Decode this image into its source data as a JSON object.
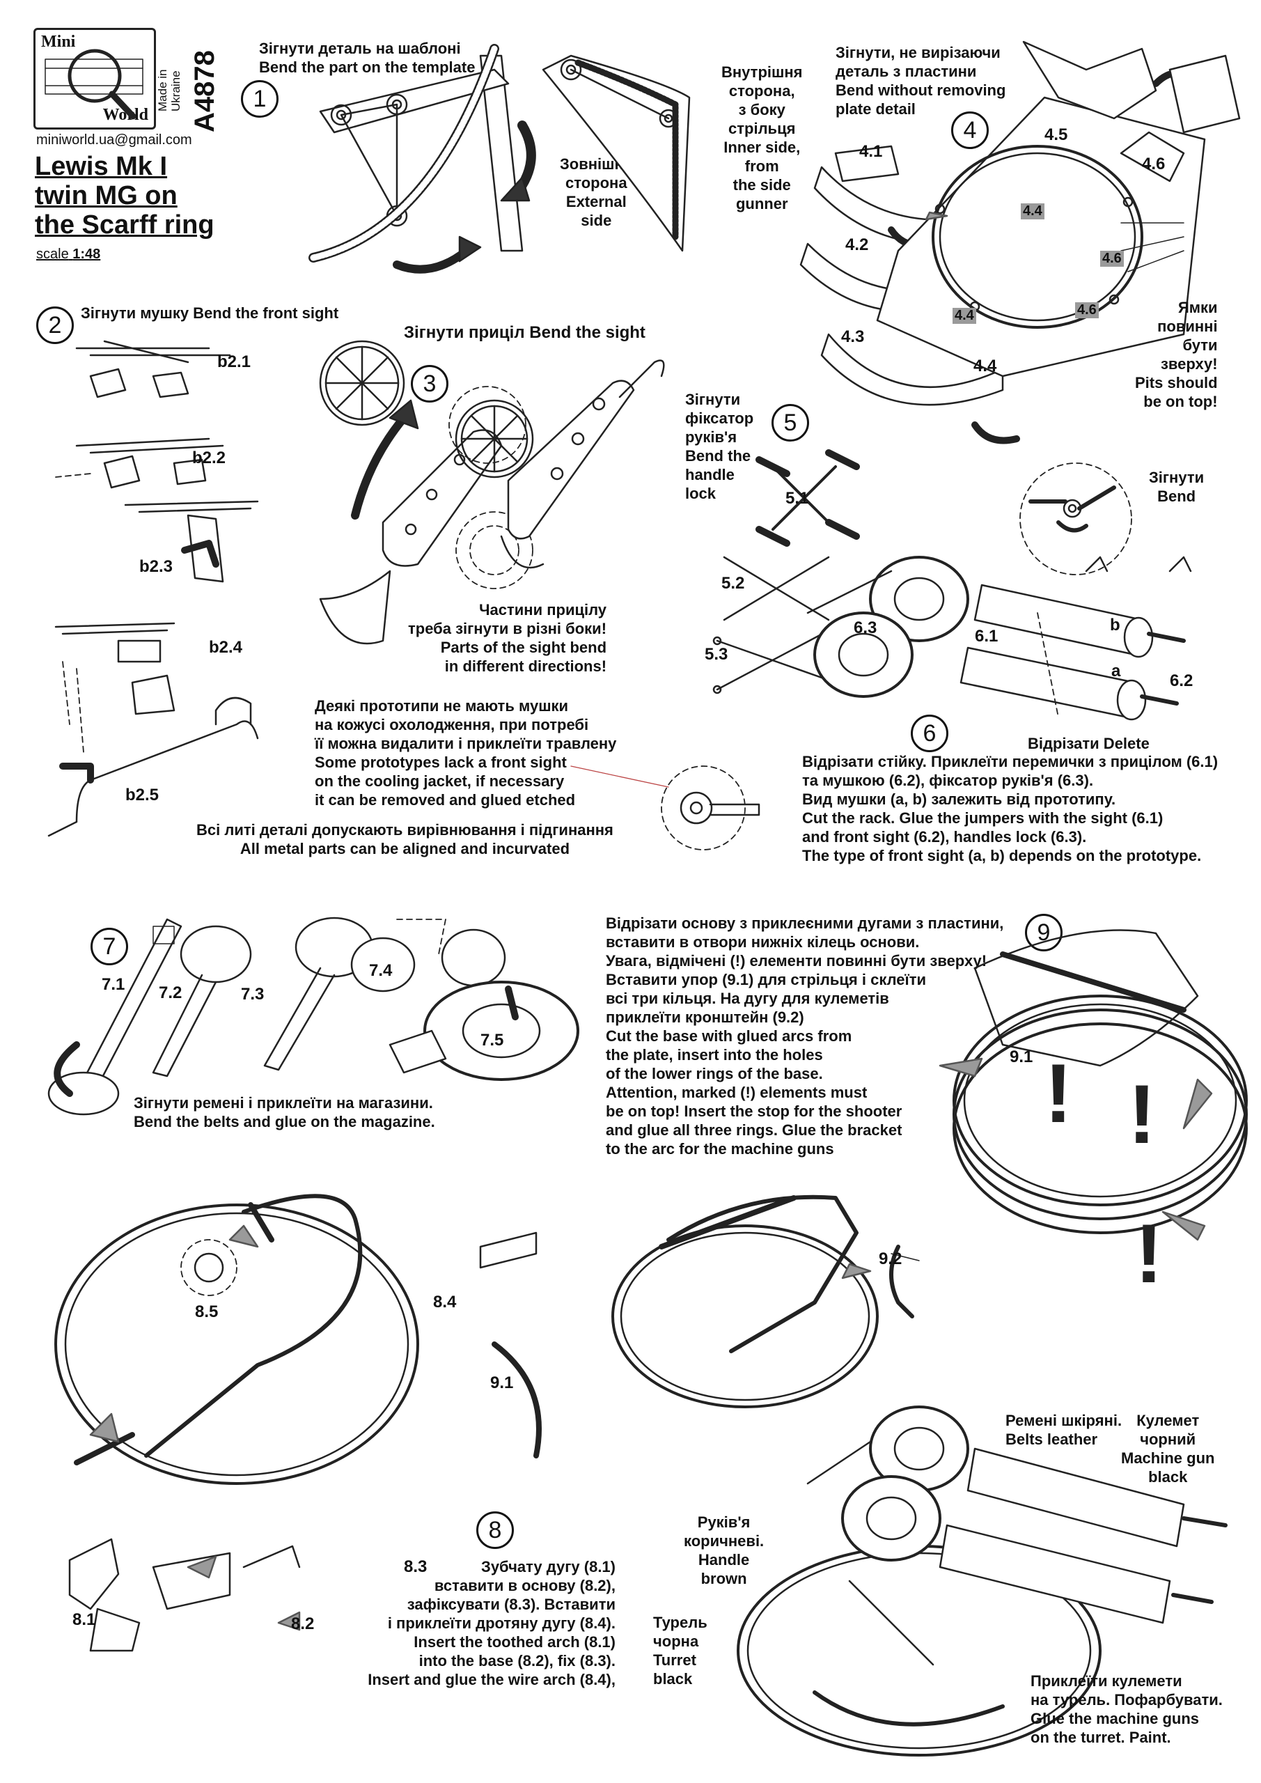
{
  "header": {
    "brand_top": "Mini",
    "brand_bottom": "World",
    "made_in": "Made in\nUkraine",
    "article": "A4878",
    "email": "miniworld.ua@gmail.com",
    "title": "Lewis Mk I\ntwin MG on\nthe Scarff ring",
    "scale_prefix": "scale",
    "scale_value": "1:48"
  },
  "steps": {
    "s1": {
      "number": "1",
      "instruction": "Зігнути деталь на шаблоні\nBend the part on the template",
      "external": "Зовнішня\nсторона\nExternal\nside",
      "internal": "Внутрішня\nсторона,\nз боку\nстрільця\nInner side,\nfrom\nthe side\ngunner"
    },
    "s2": {
      "number": "2",
      "instruction": "Зігнути  мушку Bend the front sight",
      "parts": [
        "b2.1",
        "b2.2",
        "b2.3",
        "b2.4",
        "b2.5"
      ]
    },
    "s3": {
      "number": "3",
      "instruction": "Зігнути приціл Bend the sight",
      "note": "Частини прицілу\nтреба зігнути в різні боки!\nParts of the sight bend\nin different directions!"
    },
    "s4": {
      "number": "4",
      "instruction": "Зігнути, не вирізаючи\nдеталь з пластини\nBend without removing\nplate detail",
      "parts": [
        "4.1",
        "4.2",
        "4.3",
        "4.4",
        "4.5",
        "4.6"
      ],
      "pits_note": "Ямки\nповинні\nбути\nзверху!\nPits should\nbe on top!",
      "bend_note": "Зігнути\nBend"
    },
    "s5": {
      "number": "5",
      "instruction": "Зігнути\nфіксатор\nруків'я\nBend the\nhandle\nlock",
      "parts": [
        "5.1",
        "5.2",
        "5.3"
      ]
    },
    "s6": {
      "number": "6",
      "parts": [
        "6.1",
        "6.2",
        "6.3",
        "a",
        "b"
      ],
      "delete_note": "Відрізати Delete",
      "instruction": "Відрізати стійку. Приклеїти перемички з прицілом (6.1)\nта мушкою (6.2), фіксатор руків'я (6.3).\nВид мушки (a, b) залежить від прототипу.\nCut the rack. Glue the jumpers with the sight (6.1)\nand front sight (6.2), handles lock (6.3).\nThe type of front sight (a, b) depends on the prototype."
    },
    "front_sight_note": "Деякі прототипи не мають мушки\nна кожусі охолодження, при потребі\nїї можна видалити і приклеїти травлену\nSome prototypes lack a front sight\non the cooling jacket, if necessary\nit can be removed and glued etched",
    "metal_note": "Всі литі деталі допускають вирівнювання і підгинання\nAll metal parts can be aligned and incurvated",
    "s7": {
      "number": "7",
      "parts": [
        "7.1",
        "7.2",
        "7.3",
        "7.4",
        "7.5"
      ],
      "instruction": "Зігнути ремені і приклеїти на магазини.\nBend the belts and glue on the magazine."
    },
    "s8": {
      "number": "8",
      "parts": [
        "8.1",
        "8.2",
        "8.3",
        "8.4",
        "8.5",
        "9.1"
      ],
      "instruction_lines": [
        {
          "pre": "Зубчату дугу (",
          "ref": "8.1",
          "post": ")"
        },
        {
          "pre": "вставити в основу (",
          "ref": "8.2",
          "post": "),"
        },
        {
          "pre": "зафіксувати (",
          "ref": "8.3",
          "post": "). Вставити"
        },
        {
          "pre": "і приклеїти дротяну дугу (",
          "ref": "8.4",
          "post": ")."
        },
        {
          "pre": "Insert the toothed arch (",
          "ref": "8.1",
          "post": ")"
        },
        {
          "pre": "into the base (",
          "ref": "8.2",
          "post": "), fix (8.3)."
        },
        {
          "pre": "Insert and glue the wire arch (",
          "ref": "8.4",
          "post": "),"
        }
      ]
    },
    "s9": {
      "number": "9",
      "parts": [
        "9.1",
        "9.2"
      ],
      "instruction": "Відрізати основу з приклеєними дугами з пластини,\n вставити в отвори нижніх кілець основи.\nУвага, відмічені (!) елементи повинні бути зверху!\nВставити упор (9.1) для стрільця і склеїти\nвсі три кільця. На дугу для кулеметів\nприклеїти кронштейн (9.2)\nCut the base with glued arcs from\nthe plate, insert into the holes\nof the lower rings of the base.\nAttention, marked (!) elements must\nbe on top! Insert the stop for the shooter\nand glue all three rings. Glue the bracket\nto the arc for the machine guns",
      "mark": "!"
    },
    "final": {
      "belts": "Ремені шкіряні.\nBelts leather",
      "mg": "Кулемет\nчорний\nMachine gun\nblack",
      "handle": "Руків'я\nкоричневі.\nHandle\nbrown",
      "turret": "Турель\nчорна\nTurret\nblack",
      "instruction": "Приклеїти кулемети\nна турель. Пофарбувати.\nGlue the machine guns\non the turret. Paint."
    }
  }
}
